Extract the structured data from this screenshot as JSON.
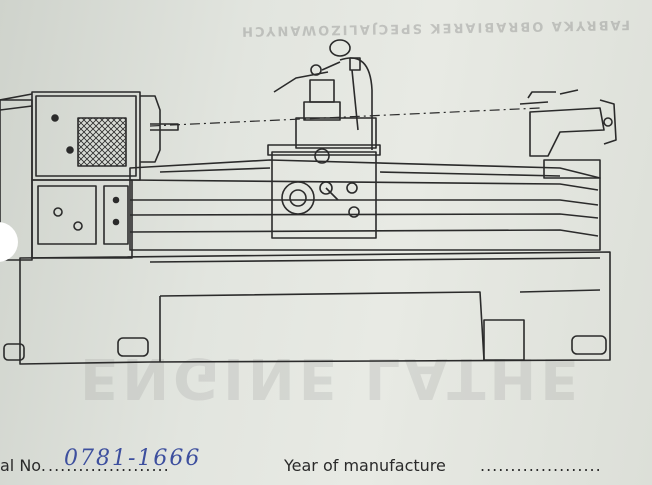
{
  "document": {
    "bleed_header": "FABRYKA OBRABIAREK SPECJALIZOWANYCH",
    "bleed_title": "ENGINE LATHE"
  },
  "form": {
    "serial_label": "al No.",
    "serial_value": "0781-1666",
    "serial_dots": "....................",
    "year_label": "Year of manufacture",
    "year_dots": "....................",
    "year_value": ""
  },
  "figure": {
    "description_icon": "engine-lathe-illustration"
  }
}
